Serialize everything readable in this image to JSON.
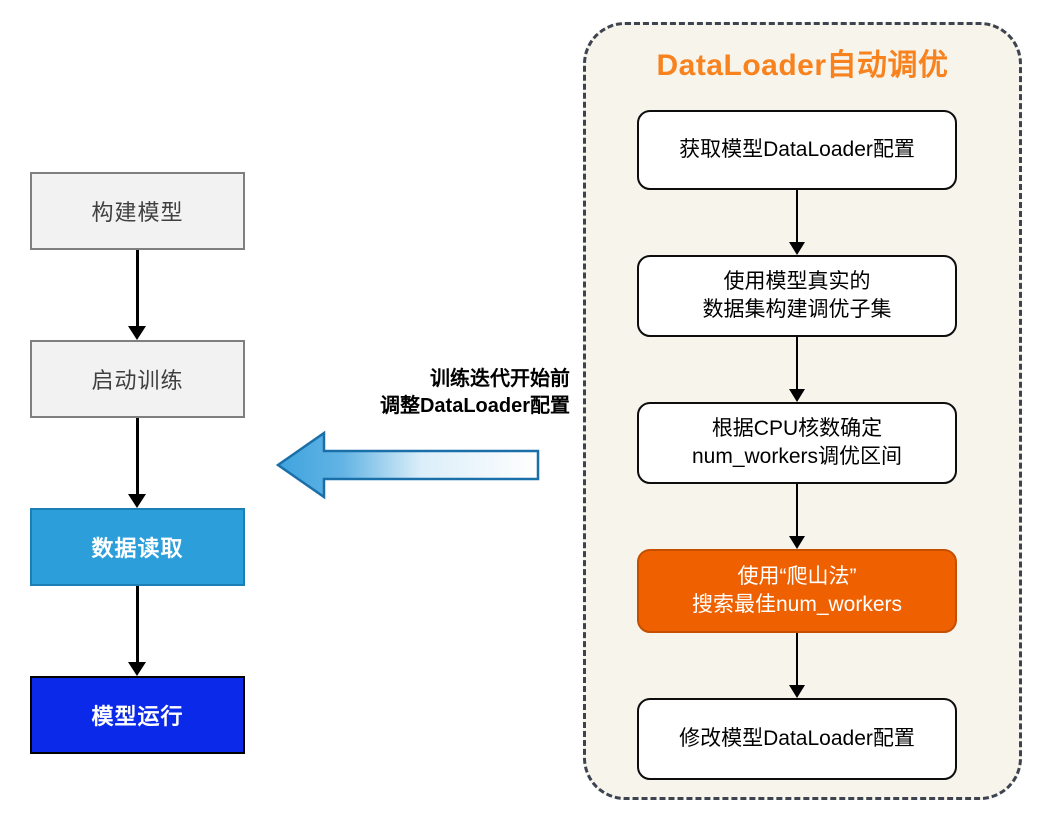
{
  "left_pipeline": {
    "steps": [
      {
        "label": "构建模型",
        "style": "plain"
      },
      {
        "label": "启动训练",
        "style": "plain"
      },
      {
        "label": "数据读取",
        "style": "cyan"
      },
      {
        "label": "模型运行",
        "style": "blue"
      }
    ]
  },
  "annotation": {
    "label": "训练迭代开始前\n调整DataLoader配置",
    "arrow_direction": "left",
    "arrow_fill_from": "#ffffff",
    "arrow_fill_to": "#39a0de",
    "arrow_stroke": "#1a6fa8"
  },
  "panel": {
    "title": "DataLoader自动调优",
    "title_color": "#f7821e",
    "background": "#f7f4ec",
    "border_color": "#3d4450",
    "steps": [
      {
        "label": "获取模型DataLoader配置",
        "style": "white"
      },
      {
        "label": "使用模型真实的\n数据集构建调优子集",
        "style": "white"
      },
      {
        "label": "根据CPU核数确定\nnum_workers调优区间",
        "style": "white"
      },
      {
        "label": "使用“爬山法”\n搜索最佳num_workers",
        "style": "orange"
      },
      {
        "label": "修改模型DataLoader配置",
        "style": "white"
      }
    ]
  },
  "colors": {
    "gray_box_fill": "#f2f2f2",
    "gray_box_border": "#7f7f7f",
    "cyan_box": "#2c9fdb",
    "blue_box": "#0b29e8",
    "orange_box": "#ef6100",
    "connector": "#000000"
  }
}
